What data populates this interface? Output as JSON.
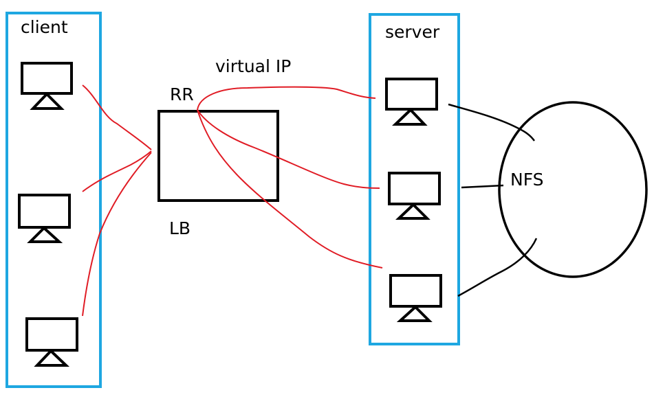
{
  "labels": {
    "client": "client",
    "server": "server",
    "virtual_ip": "virtual IP",
    "rr": "RR",
    "lb": "LB",
    "nfs": "NFS"
  },
  "client_count": 3,
  "server_count": 3,
  "colors": {
    "group_box": "#1ea7e1",
    "connection": "#e01b24",
    "outline": "#000000"
  },
  "icons": {
    "client_node": "monitor-icon",
    "server_node": "monitor-icon"
  }
}
